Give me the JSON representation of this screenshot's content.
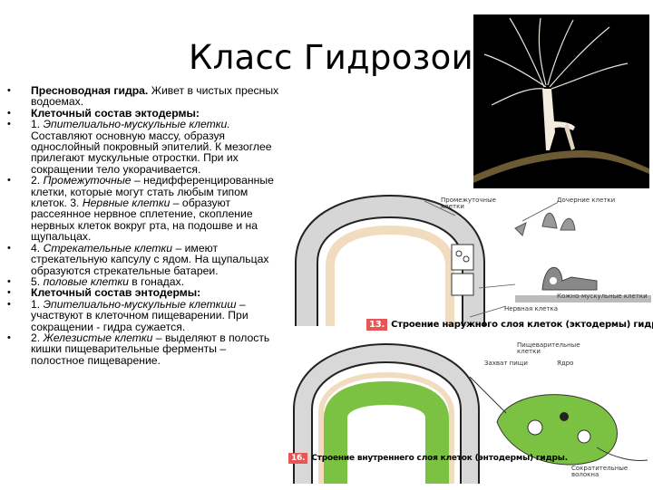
{
  "title": "Класс Гидрозои",
  "bullets": [
    {
      "parts": [
        {
          "t": "Пресноводная гидра.",
          "s": "b"
        },
        {
          "t": " Живет в чистых пресных водоемах.",
          "s": ""
        }
      ]
    },
    {
      "parts": [
        {
          "t": "Клеточный состав эктодермы:",
          "s": "b"
        }
      ]
    },
    {
      "parts": [
        {
          "t": "1. ",
          "s": ""
        },
        {
          "t": "Эпителиально-мускульные клетки.",
          "s": "i"
        },
        {
          "t": " Составляют основную массу, образуя однослойный покровный эпителий. К мезоглее прилегают мускульные отростки. При их сокращении тело укорачивается.",
          "s": ""
        }
      ]
    },
    {
      "parts": [
        {
          "t": " 2. ",
          "s": ""
        },
        {
          "t": "Промежуточные",
          "s": "i"
        },
        {
          "t": " – недифференцированные клетки, которые могут стать любым типом клеток. 3. ",
          "s": ""
        },
        {
          "t": "Нервные клетки",
          "s": "i"
        },
        {
          "t": " – образуют рассеянное нервное сплетение, скопление нервных клеток вокруг рта, на подошве и на щупальцах.",
          "s": ""
        }
      ]
    },
    {
      "parts": [
        {
          "t": " 4. ",
          "s": ""
        },
        {
          "t": "Стрекательные клетки",
          "s": "i"
        },
        {
          "t": " – имеют стрекательную капсулу с ядом. На щупальцах образуются стрекательные батареи.",
          "s": ""
        }
      ]
    },
    {
      "parts": [
        {
          "t": "5. ",
          "s": ""
        },
        {
          "t": "половые клетки",
          "s": "i"
        },
        {
          "t": " в гонадах.",
          "s": ""
        }
      ]
    },
    {
      "parts": [
        {
          "t": "Клеточный состав энтодермы:",
          "s": "b"
        }
      ]
    },
    {
      "parts": [
        {
          "t": "1. ",
          "s": ""
        },
        {
          "t": "Эпителиально-мускульные клеткиш",
          "s": "i"
        },
        {
          "t": " – участвуют в клеточном пищеварении. При сокращении  - гидра сужается.",
          "s": ""
        }
      ]
    },
    {
      "parts": [
        {
          "t": "2. ",
          "s": ""
        },
        {
          "t": "Железистые клетки",
          "s": "i"
        },
        {
          "t": " – выделяют в полость кишки пищеварительные ферменты – полостное пищеварение.",
          "s": ""
        }
      ]
    }
  ],
  "figure_top": {
    "number": "13.",
    "caption": "Строение наружного слоя клеток (эктодермы) гидры.",
    "labels": {
      "intermediate": "Промежуточные клетки",
      "stinging": "Дочерние клетки",
      "nerve": "Нервная клетка",
      "epimusc": "Кожно-мускульные клетки"
    }
  },
  "figure_bottom": {
    "number": "16.",
    "caption": "Строение внутреннего слоя клеток (энтодермы) гидры.",
    "labels": {
      "digestive": "Пищеварительные клетки",
      "food": "Захват пищи",
      "nucleus": "Ядро",
      "muscle": "Сократительные волокна"
    }
  },
  "colors": {
    "caption_badge": "#e85555",
    "entoderm_green": "#7cc242",
    "mesoglea": "#f2dcc0"
  }
}
